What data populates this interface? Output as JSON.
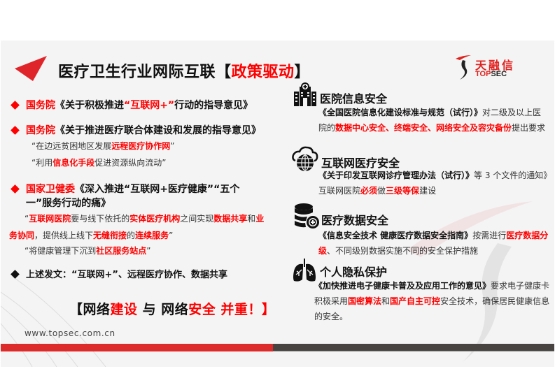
{
  "slide": {
    "title": {
      "main": "医疗卫生行业网际互联【",
      "highlight": "政策驱动",
      "close": "】"
    },
    "logo": {
      "cn": "天融信",
      "en_red": "TOP",
      "en_black": "SEC"
    },
    "left": {
      "bullets": [
        {
          "issuer": "国务院",
          "doc_pre": "《关于积极推进",
          "doc_red": "“互联网+”",
          "doc_post": "行动的指导意见》"
        },
        {
          "issuer": "国务院",
          "doc": "《关于推进医疗联合体建设和发展的指导意见》",
          "quotes": [
            {
              "pre": "“在边远贫困地区发展",
              "red": "远程医疗协作网",
              "post": "”"
            },
            {
              "pre": "“利用",
              "red": "信息化手段",
              "post": "促进资源纵向流动”"
            }
          ]
        },
        {
          "issuer": "国家卫健委",
          "doc_line1": "《深入推进“互联网+医疗健康”“五个",
          "doc_line2": "一”服务行动的痛》",
          "quote1": {
            "p1": "“",
            "r1": "互联网医院",
            "p2": "要与线下依托的",
            "r2": "实体医疗机构",
            "p3": "之间实现",
            "r3": "数据共享",
            "p4": "和",
            "r4": "业",
            "r5": "务协同",
            "p5": "，提供线上线下",
            "r6": "无缝衔接",
            "p6": "的",
            "r7": "连续服务",
            "p7": "”"
          },
          "quote2": {
            "pre": "“将健康管理下沉到",
            "red": "社区服务站点",
            "post": "”"
          }
        },
        {
          "summary": "上述发文：“互联网+”、远程医疗协作、数据共享"
        }
      ],
      "slogan": {
        "open": "【网络",
        "red1": "建设",
        "mid": " 与 网络",
        "red2": "安全 并重！】"
      },
      "url": "www.topsec.com.cn"
    },
    "right": {
      "sections": [
        {
          "icon": "hospital-icon",
          "title": "医院信息安全",
          "doc": "《全国医院信息化建设标准与规范（试行）》",
          "t1": "对二级及以上医院的",
          "red1": "数据中心安全、终端安全、网络安全及容灾备份",
          "t2": "提出要求"
        },
        {
          "icon": "cloud-globe-icon",
          "title": "互联网医疗安全",
          "doc": "《关于印发互联网诊疗管理办法（试行）》",
          "t1": "等 3 个文件的通知》互联网医院",
          "red1": "必须",
          "t2": "做",
          "red2": "三级等保",
          "t3": "建设"
        },
        {
          "icon": "database-plus-icon",
          "title": "医疗数据安全",
          "doc": "《信息安全技术 健康医疗数据安全指南》",
          "t1": "按需进行",
          "red1": "医疗数据分级",
          "t2": "、不同级别数据实施不同的安全保护措施"
        },
        {
          "icon": "lungs-icon",
          "title": "个人隐私保护",
          "doc": "《加快推进电子健康卡普及及应用工作的意见》",
          "t1": "要求电子健康卡积极采用",
          "red1": "国密算法",
          "t2": "和",
          "red2": "国产自主可控",
          "t3": "安全技术，确保居民健康信息的安全。"
        }
      ]
    },
    "colors": {
      "accent_red": "#ff0000",
      "bar_red": "#dd2a2a",
      "bar_dark": "#464340",
      "background": "#f4f4f4"
    }
  }
}
